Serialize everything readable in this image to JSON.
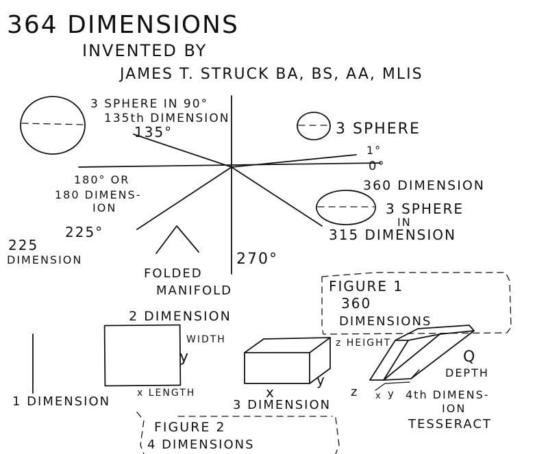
{
  "title": "364 DIMENSIONS",
  "inventor": {
    "line1": "INVENTED BY",
    "line2": "JAMES T. STRUCK BA, BS, AA, MLIS"
  },
  "figure1": {
    "sphere_label_1": "3 SPHERE IN 90°",
    "sphere_label_2": "135th DIMENSION",
    "angle_135": "135°",
    "sphere_top_right": "3 SPHERE",
    "angle_1": "1°",
    "angle_0": "0°",
    "dim_360": "360 DIMENSION",
    "dim_180_a": "180° OR",
    "dim_180_b": "180 DIMENS-",
    "dim_180_c": "ION",
    "sphere_315_a": "3 SPHERE",
    "sphere_315_b": "IN",
    "sphere_315_c": "315 DIMENSION",
    "angle_225": "225°",
    "dim_225_a": "225",
    "dim_225_b": "DIMENSION",
    "angle_270": "270°",
    "folded_a": "FOLDED",
    "folded_b": "MANIFOLD",
    "caption_a": "FIGURE 1",
    "caption_b": "360",
    "caption_c": "DIMENSIONS"
  },
  "figure2": {
    "dim_2": "2 DIMENSION",
    "width": "WIDTH",
    "y": "y",
    "x_length": "x LENGTH",
    "dim_1": "1 DIMENSION",
    "x": "x",
    "y3": "y",
    "z_height": "z HEIGHT",
    "dim_3": "3 DIMENSION",
    "q": "Q",
    "depth": "DEPTH",
    "z4": "z",
    "x4": "x",
    "y4": "y",
    "dim_4a": "4th DIMENS-",
    "dim_4b": "ION",
    "tesseract": "TESSERACT",
    "caption_a": "FIGURE 2",
    "caption_b": "4 DIMENSIONS"
  }
}
